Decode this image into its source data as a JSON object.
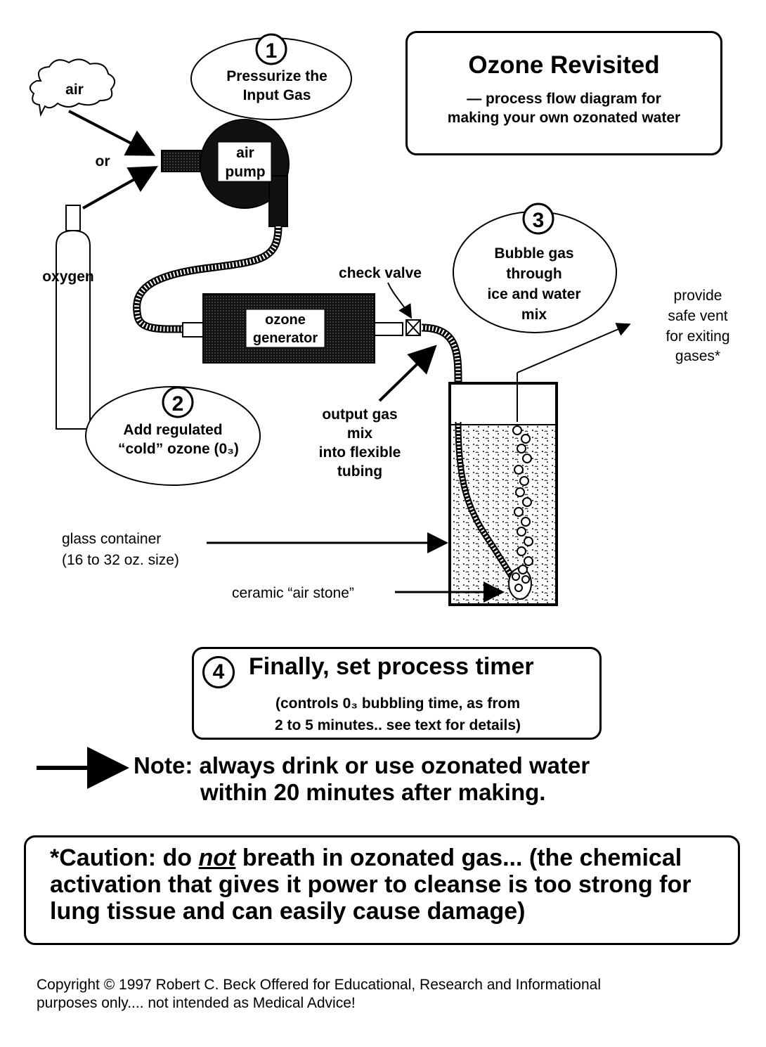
{
  "title": {
    "main": "Ozone Revisited",
    "sub_line1": "— process flow diagram for",
    "sub_line2": "making your own ozonated water"
  },
  "steps": [
    {
      "number": "1",
      "line1": "Pressurize the",
      "line2": "Input Gas"
    },
    {
      "number": "2",
      "line1": "Add regulated",
      "line2": "“cold” ozone (0₃)"
    },
    {
      "number": "3",
      "line1": "Bubble gas",
      "line2": "through",
      "line3": "ice and water",
      "line4": "mix"
    },
    {
      "number": "4",
      "title": "Finally, set process timer",
      "detail_line1": "(controls 0₃ bubbling time, as from",
      "detail_line2": "2 to 5 minutes.. see text for details)"
    }
  ],
  "labels": {
    "air": "air",
    "or": "or",
    "oxygen": "oxygen",
    "air_pump_line1": "air",
    "air_pump_line2": "pump",
    "ozone_gen_line1": "ozone",
    "ozone_gen_line2": "generator",
    "check_valve": "check valve",
    "output_line1": "output gas",
    "output_line2": "mix",
    "output_line3": "into flexible",
    "output_line4": "tubing",
    "vent_line1": "provide",
    "vent_line2": "safe vent",
    "vent_line3": "for exiting",
    "vent_line4": "gases*",
    "glass_line1": "glass container",
    "glass_line2": "(16  to 32 oz. size)",
    "air_stone": "ceramic “air stone”"
  },
  "note": {
    "line1": "Note:  always drink or use ozonated water",
    "line2": "within 20 minutes after making."
  },
  "caution": {
    "prefix": "*Caution: do ",
    "emphasis": "not",
    "rest": " breath in ozonated gas... (the chemical activation that gives it power to cleanse is too strong for lung tissue and can easily cause damage)"
  },
  "copyright": {
    "line1": "Copyright © 1997 Robert C. Beck  Offered for Educational, Research and Informational",
    "line2": "purposes only.... not intended as Medical Advice!"
  }
}
